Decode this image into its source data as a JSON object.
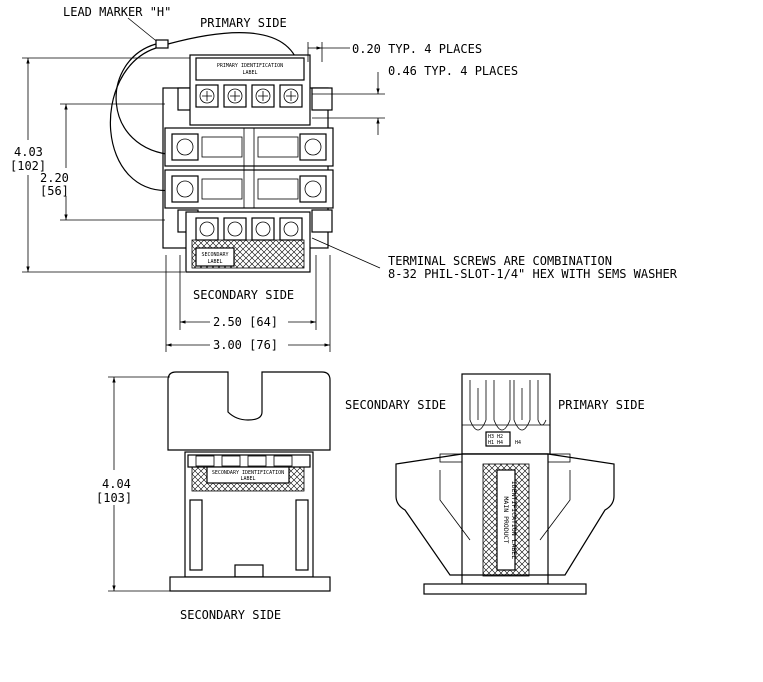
{
  "top_view": {
    "lead_marker": "LEAD MARKER \"H\"",
    "primary_side": "PRIMARY SIDE",
    "primary_label": "PRIMARY IDENTIFICATION",
    "primary_label_2": "LABEL",
    "dim_020": "0.20 TYP. 4 PLACES",
    "dim_046": "0.46 TYP. 4 PLACES",
    "dim_403": "4.03",
    "dim_403_mm": "[102]",
    "dim_220": "2.20",
    "dim_220_mm": "[56]",
    "secondary_label": "SECONDARY",
    "secondary_label_2": "LABEL",
    "note_line1": "TERMINAL SCREWS ARE COMBINATION",
    "note_line2": "8-32 PHIL-SLOT-1/4\" HEX WITH SEMS WASHER",
    "secondary_side": "SECONDARY SIDE",
    "dim_250": "2.50 [64]",
    "dim_300": "3.00 [76]"
  },
  "front_view": {
    "dim_404": "4.04",
    "dim_404_mm": "[103]",
    "label": "SECONDARY IDENTIFICATION",
    "label_2": "LABEL",
    "secondary_side": "SECONDARY SIDE"
  },
  "side_view": {
    "secondary_side": "SECONDARY SIDE",
    "primary_side": "PRIMARY SIDE",
    "main_label_1": "MAIN PRODUCT",
    "main_label_2": "IDENTIFICATION LABEL",
    "small_tag_1": "H3 H2",
    "small_tag_2": "H1 H4",
    "small_tag_3": "H4"
  }
}
